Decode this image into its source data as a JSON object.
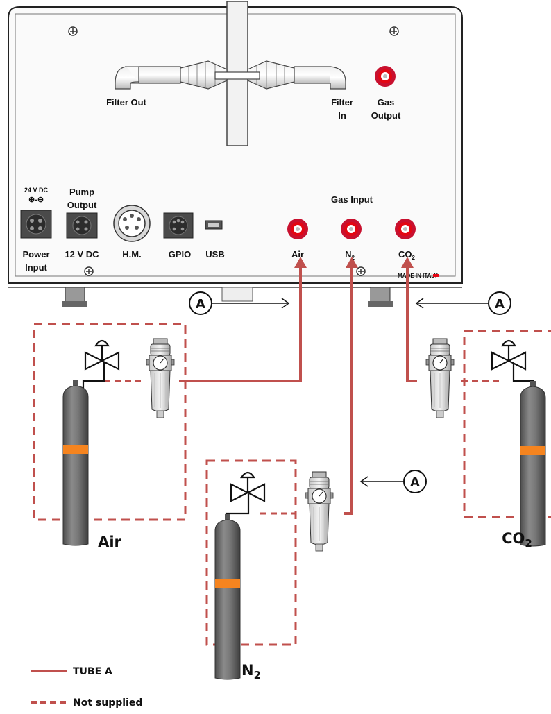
{
  "device": {
    "filter_out": "Filter Out",
    "filter_in_1": "Filter",
    "filter_in_2": "In",
    "gas_output_1": "Gas",
    "gas_output_2": "Output",
    "power_top": "24 V DC",
    "power_symbol": "⊕-⊖",
    "power_label_1": "Power",
    "power_label_2": "Input",
    "pump_output_1": "Pump",
    "pump_output_2": "Output",
    "pump_label": "12 V DC",
    "hm_label": "H.M.",
    "gpio_label": "GPIO",
    "usb_label": "USB",
    "gas_input_title": "Gas Input",
    "port_air": "Air",
    "port_n2_main": "N",
    "port_n2_sub": "2",
    "port_co2_main": "CO",
    "port_co2_sub": "2",
    "made_in": "MADE IN ITALY"
  },
  "callouts": {
    "a1": "A",
    "a2": "A",
    "a3": "A"
  },
  "cylinders": {
    "air": "Air",
    "n2_main": "N",
    "n2_sub": "2",
    "co2_main": "CO",
    "co2_sub": "2"
  },
  "legend": {
    "tube_a": "TUBE A",
    "not_supplied": "Not supplied"
  },
  "colors": {
    "tube": "#c0504d",
    "dashed_box": "#c0504d",
    "port_red": "#e30613",
    "cylinder": "#6f6f6f",
    "cylinder_band": "#f5841f"
  }
}
